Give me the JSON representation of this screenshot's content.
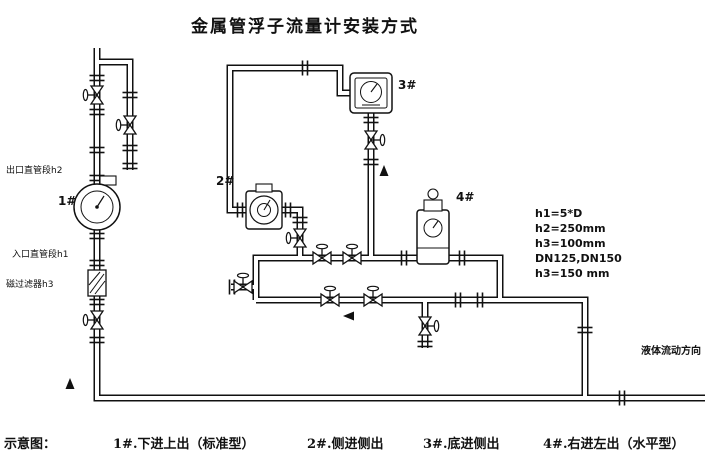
{
  "title": "金属管浮子流量计安装方式",
  "diagram": {
    "labels": {
      "outlet_straight": "出口直管段h2",
      "inlet_straight": "入口直管段h1",
      "magnetic_filter": "磁过滤器h3",
      "flow_direction": "液体流动方向"
    },
    "meters": {
      "m1": "1#",
      "m2": "2#",
      "m3": "3#",
      "m4": "4#"
    },
    "specs": [
      "h1=5*D",
      "h2=250mm",
      "h3=100mm",
      "DN125,DN150",
      "h3=150 mm"
    ]
  },
  "legend": {
    "prefix": "示意图：",
    "items": [
      "1#.下进上出（标准型）",
      "2#.侧进侧出",
      "3#.底进侧出",
      "4#.右进左出（水平型）"
    ]
  }
}
